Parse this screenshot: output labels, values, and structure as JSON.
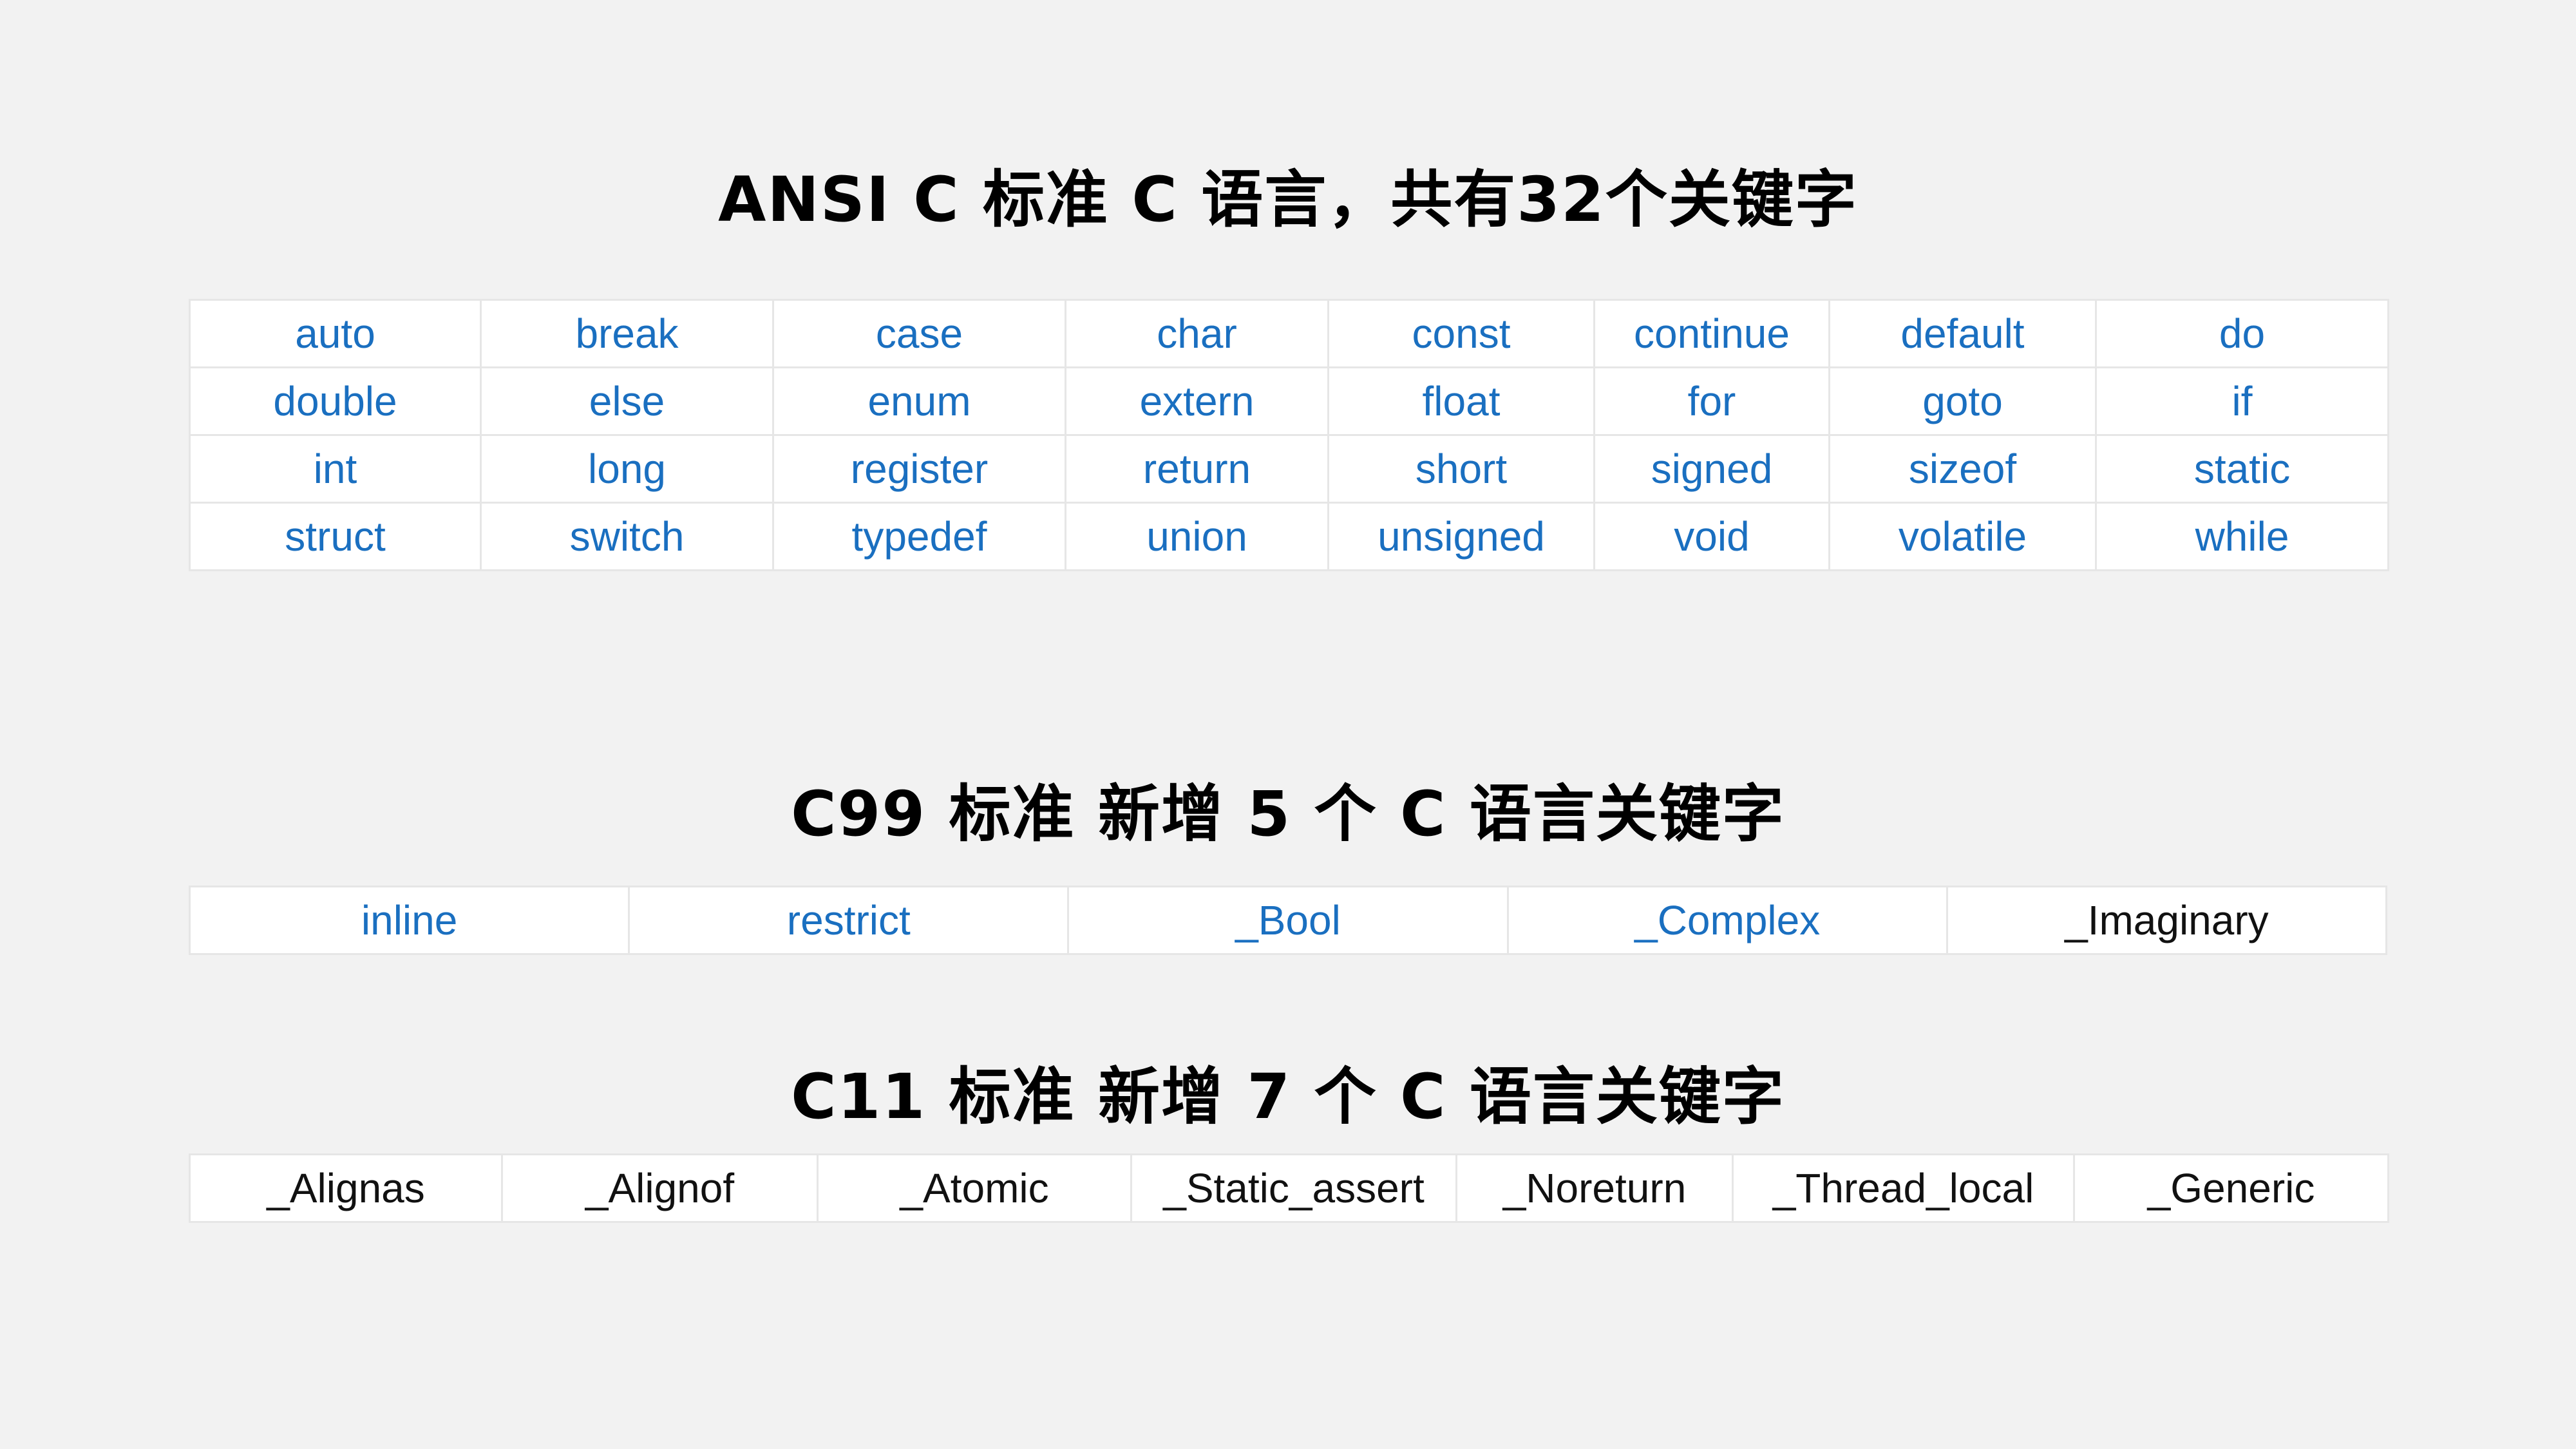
{
  "colors": {
    "blue": "#1a6fc0",
    "black": "#111111"
  },
  "ansi": {
    "title": "ANSI C 标准 C 语言，共有32个关键字",
    "rows": [
      [
        "auto",
        "break",
        "case",
        "char",
        "const",
        "continue",
        "default",
        "do"
      ],
      [
        "double",
        "else",
        "enum",
        "extern",
        "float",
        "for",
        "goto",
        "if"
      ],
      [
        "int",
        "long",
        "register",
        "return",
        "short",
        "signed",
        "sizeof",
        "static"
      ],
      [
        "struct",
        "switch",
        "typedef",
        "union",
        "unsigned",
        "void",
        "volatile",
        "while"
      ]
    ]
  },
  "c99": {
    "title": "C99 标准 新增 5 个 C 语言关键字",
    "items": [
      {
        "text": "inline",
        "color": "blue"
      },
      {
        "text": "restrict",
        "color": "blue"
      },
      {
        "text": "_Bool",
        "color": "blue"
      },
      {
        "text": "_Complex",
        "color": "blue"
      },
      {
        "text": "_Imaginary",
        "color": "black"
      }
    ]
  },
  "c11": {
    "title": "C11 标准 新增 7 个 C 语言关键字",
    "items": [
      "_Alignas",
      "_Alignof",
      "_Atomic",
      "_Static_assert",
      "_Noreturn",
      "_Thread_local",
      "_Generic"
    ]
  }
}
